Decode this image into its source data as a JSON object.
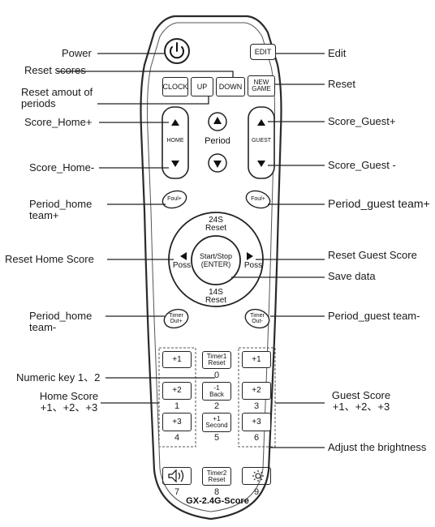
{
  "remote": {
    "model": "GX-2.4G-Score",
    "buttons": {
      "edit": "EDIT",
      "clock": "CLOCK",
      "up": "UP",
      "down": "DOWN",
      "new_game": "NEW\nGAME",
      "home": "HOME",
      "guest": "GUEST",
      "period": "Period",
      "foul_home": "Foul+",
      "foul_guest": "Foul+",
      "reset_24s": "24S\nReset",
      "reset_14s": "14S\nReset",
      "poss_left": "Poss",
      "poss_right": "Poss",
      "start_stop": "Start/Stop\n(ENTER)",
      "timer_out_home": "Timer\nOut+",
      "timer_out_guest": "Timer\nOut-"
    },
    "keypad": {
      "row1": [
        "+1",
        "Timer1\nReset",
        "+1"
      ],
      "row1_digits": [
        "",
        "0",
        ""
      ],
      "row2": [
        "+2",
        "-1\nBack",
        "+2"
      ],
      "row2_digits": [
        "1",
        "2",
        "3"
      ],
      "row3": [
        "+3",
        "+1\nSecond",
        "+3"
      ],
      "row3_digits": [
        "4",
        "5",
        "6"
      ],
      "row4": [
        "",
        "Timer2\nReset",
        ""
      ],
      "row4_digits": [
        "7",
        "8",
        "9"
      ]
    }
  },
  "annotations": {
    "power": "Power",
    "reset_scores": "Reset scores",
    "reset_periods": "Reset amout of\nperiods",
    "score_home_plus": "Score_Home+",
    "score_home_minus": "Score_Home-",
    "period_home_plus": "Period_home\nteam+",
    "reset_home_score": "Reset Home Score",
    "period_home_minus": "Period_home\nteam-",
    "numeric_key": "Numeric key 1、2",
    "home_score": "Home Score\n+1、+2、+3",
    "edit": "Edit",
    "reset": "Reset",
    "score_guest_plus": "Score_Guest+",
    "score_guest_minus": "Score_Guest -",
    "period_guest_plus": "Period_guest team+",
    "reset_guest_score": "Reset Guest Score",
    "save_data": "Save data",
    "period_guest_minus": "Period_guest team-",
    "guest_score": "Guest Score\n+1、+2、+3",
    "adjust_brightness": "Adjust the brightness"
  },
  "icons": [
    "power-icon",
    "volume-icon",
    "brightness-icon",
    "arrow-up-icon",
    "arrow-down-icon",
    "arrow-left-icon",
    "arrow-right-icon"
  ]
}
